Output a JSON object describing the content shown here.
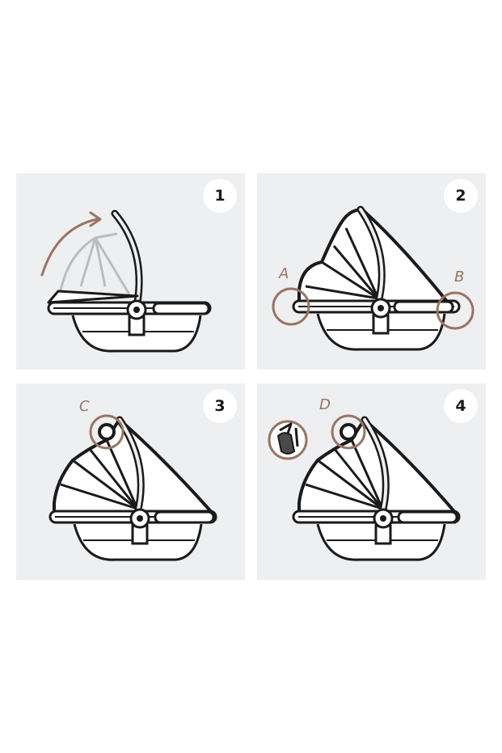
{
  "steps": [
    {
      "number": "1"
    },
    {
      "number": "2",
      "callouts": [
        "A",
        "B"
      ]
    },
    {
      "number": "3",
      "callouts": [
        "C"
      ]
    },
    {
      "number": "4",
      "callouts": [
        "D"
      ]
    }
  ],
  "colors": {
    "panel_bg": "#eeeff1",
    "line": "#1a1a1a",
    "accent": "#9a7462",
    "ghost": "#b9bcc1"
  }
}
